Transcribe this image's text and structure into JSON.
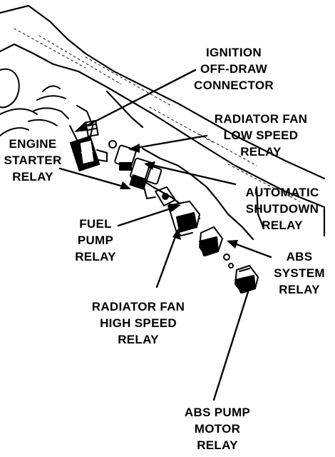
{
  "labels": {
    "ignition": [
      "IGNITION",
      "OFF-DRAW",
      "CONNECTOR"
    ],
    "fan_low": [
      "RADIATOR FAN",
      "LOW SPEED",
      "RELAY"
    ],
    "engine_starter": [
      "ENGINE",
      "STARTER",
      "RELAY"
    ],
    "asd": [
      "AUTOMATIC",
      "SHUTDOWN",
      "RELAY"
    ],
    "fuel_pump": [
      "FUEL",
      "PUMP",
      "RELAY"
    ],
    "abs_system": [
      "ABS",
      "SYSTEM",
      "RELAY"
    ],
    "fan_high": [
      "RADIATOR FAN",
      "HIGH SPEED",
      "RELAY"
    ],
    "abs_pump": [
      "ABS PUMP",
      "MOTOR",
      "RELAY"
    ]
  },
  "colors": {
    "ink": "#000000",
    "paper": "#ffffff"
  }
}
